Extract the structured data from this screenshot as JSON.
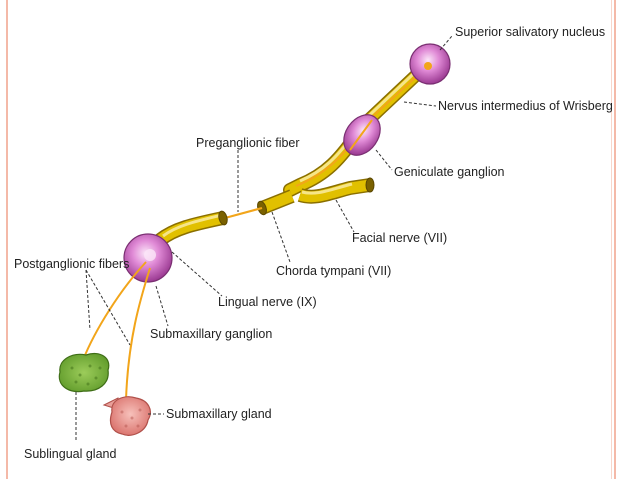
{
  "diagram": {
    "labels": {
      "superior_salivatory_nucleus": "Superior salivatory nucleus",
      "nervus_intermedius": "Nervus intermedius of Wrisberg",
      "preganglionic_fiber": "Preganglionic fiber",
      "geniculate_ganglion": "Geniculate ganglion",
      "facial_nerve": "Facial nerve (VII)",
      "chorda_tympani": "Chorda tympani (VII)",
      "postganglionic_fibers": "Postganglionic fibers",
      "lingual_nerve": "Lingual nerve (IX)",
      "submaxillary_ganglion": "Submaxillary ganglion",
      "submaxillary_gland": "Submaxillary gland",
      "sublingual_gland": "Sublingual gland"
    },
    "colors": {
      "nerve": "#d8b300",
      "nerve_highlight": "#f3dc57",
      "fiber": "#f2a51a",
      "ganglion": "#c45ab8",
      "ganglion_highlight": "#f0c8ec",
      "sublingual_gland": "#7bb13c",
      "submaxillary_gland": "#e9908a",
      "frame": "#f4b9a8"
    }
  }
}
